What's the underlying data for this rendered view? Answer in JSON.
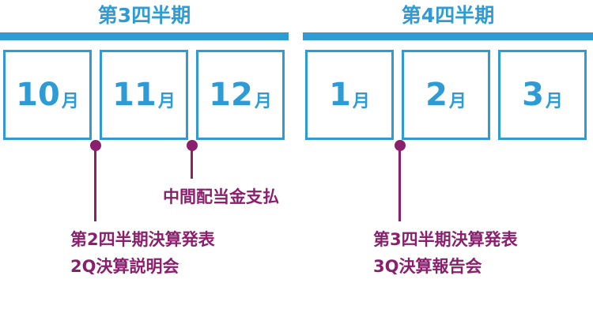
{
  "quarters": [
    {
      "title": "第3四半期"
    },
    {
      "title": "第4四半期"
    }
  ],
  "months": [
    {
      "num": "10",
      "unit": "月"
    },
    {
      "num": "11",
      "unit": "月"
    },
    {
      "num": "12",
      "unit": "月"
    },
    {
      "num": "1",
      "unit": "月"
    },
    {
      "num": "2",
      "unit": "月"
    },
    {
      "num": "3",
      "unit": "月"
    }
  ],
  "events": [
    {
      "lines": [
        "第2四半期決算発表",
        "2Q決算説明会"
      ]
    },
    {
      "lines": [
        "中間配当金支払"
      ]
    },
    {
      "lines": [
        "第3四半期決算発表",
        "3Q決算報告会"
      ]
    }
  ],
  "colors": {
    "accent": "#2f9bd5",
    "event": "#8a1f6d"
  }
}
